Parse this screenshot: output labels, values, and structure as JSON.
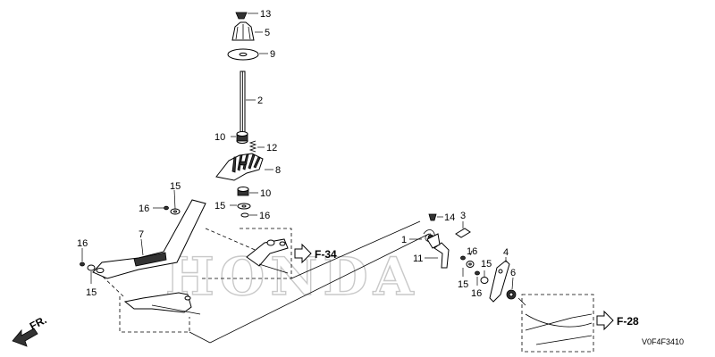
{
  "callouts": {
    "c13": "13",
    "c5": "5",
    "c9": "9",
    "c2": "2",
    "c10a": "10",
    "c12": "12",
    "c8": "8",
    "c10b": "10",
    "c15a": "15",
    "c16a": "16",
    "c15b": "15",
    "c16b": "16",
    "c7": "7",
    "c16c": "16",
    "c15c": "15",
    "c14": "14",
    "c3": "3",
    "c1": "1",
    "c16d": "16",
    "c11": "11",
    "c15d": "15",
    "c4": "4",
    "c15e": "15",
    "c16e": "16",
    "c6": "6"
  },
  "references": {
    "f34": "F-34",
    "f28": "F-28"
  },
  "direction_label": "FR.",
  "watermark": "HONDA",
  "diagram_code": "V0F4F3410"
}
